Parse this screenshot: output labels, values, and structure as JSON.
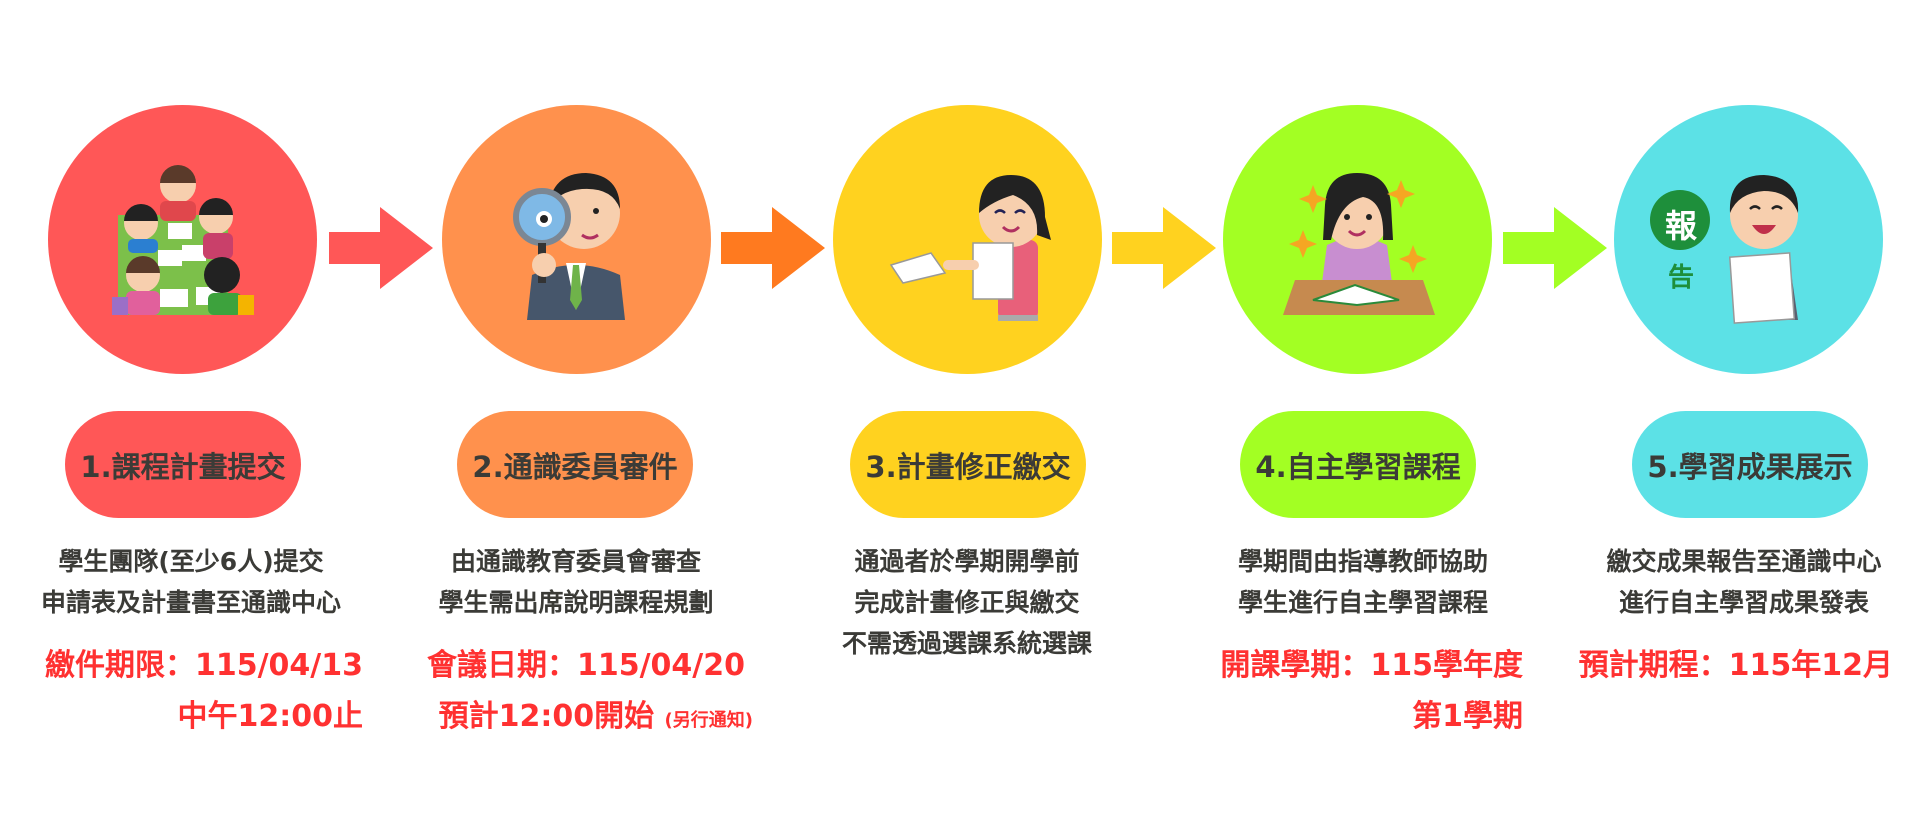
{
  "colors": {
    "step1": "#ff5757",
    "step2": "#ff914d",
    "step3": "#ffd21f",
    "step4": "#a3ff23",
    "step5": "#5ce1e6",
    "arrow1": "#ff5757",
    "arrow2": "#ff7a1f",
    "arrow3": "#ffd21f",
    "arrow4": "#a3ff23",
    "label_text": "#3b3b37",
    "desc_text": "#3b3b37",
    "highlight_text": "#ff3131"
  },
  "steps": [
    {
      "label": "1.課程計畫提交",
      "icon": "group-meeting-illustration",
      "description": [
        "學生團隊(至少6人)提交",
        "申請表及計畫書至通識中心"
      ],
      "highlight": [
        "繳件期限：115/04/13",
        "中午12:00止"
      ]
    },
    {
      "label": "2.通識委員審件",
      "icon": "magnifying-glass-reviewer-illustration",
      "description": [
        "由通識教育委員會審查",
        "學生需出席說明課程規劃"
      ],
      "highlight": [
        "會議日期：115/04/20",
        "預計12:00開始"
      ],
      "highlight_note": "(另行通知)"
    },
    {
      "label": "3.計畫修正繳交",
      "icon": "submitting-papers-illustration",
      "description": [
        "通過者於學期開學前",
        "完成計畫修正與繳交",
        "不需透過選課系統選課"
      ],
      "highlight": []
    },
    {
      "label": "4.自主學習課程",
      "icon": "studying-student-illustration",
      "description": [
        "學期間由指導教師協助",
        "學生進行自主學習課程"
      ],
      "highlight": [
        "開課學期：115學年度",
        "第1學期"
      ]
    },
    {
      "label": "5.學習成果展示",
      "icon": "presenting-report-illustration",
      "badge_main": "報",
      "badge_sub": "告",
      "description": [
        "繳交成果報告至通識中心",
        "進行自主學習成果發表"
      ],
      "highlight": [
        "預計期程：115年12月"
      ]
    }
  ]
}
